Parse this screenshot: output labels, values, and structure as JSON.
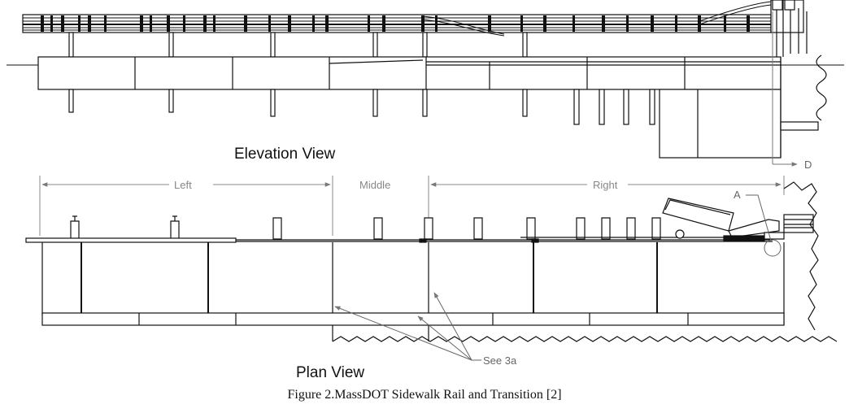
{
  "labels": {
    "elevation_view": "Elevation View",
    "plan_view": "Plan View",
    "left": "Left",
    "middle": "Middle",
    "right": "Right",
    "detail_a": "A",
    "detail_d": "D",
    "see_3a": "See 3a"
  },
  "caption": "Figure 2.MassDOT Sidewalk Rail and Transition [2]",
  "colors": {
    "line": "#111111",
    "dim": "#8a8a8a",
    "leader": "#666666"
  }
}
